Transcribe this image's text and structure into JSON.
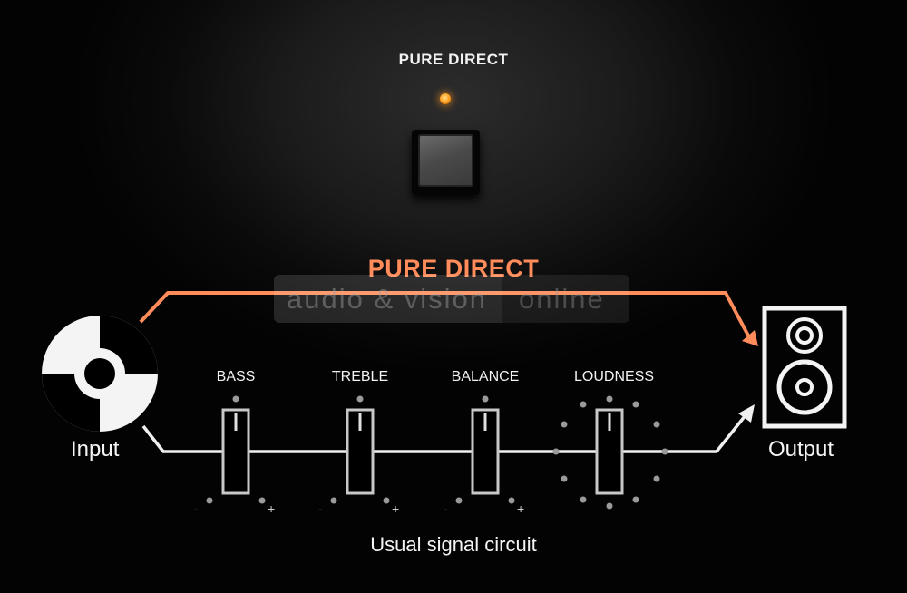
{
  "panel": {
    "title": "PURE DIRECT",
    "led_color": "#ff9a1a"
  },
  "diagram": {
    "pure_direct_label": "PURE DIRECT",
    "pure_direct_color": "#ff8c5a",
    "input_label": "Input",
    "output_label": "Output",
    "circuit_label": "Usual signal circuit",
    "controls": [
      {
        "label": "BASS",
        "minus": "-",
        "plus": "+"
      },
      {
        "label": "TREBLE",
        "minus": "-",
        "plus": "+"
      },
      {
        "label": "BALANCE",
        "minus": "-",
        "plus": "+"
      },
      {
        "label": "LOUDNESS",
        "minus": "",
        "plus": ""
      }
    ]
  },
  "watermark": {
    "text_left": "audio & vision",
    "text_right": "online"
  }
}
